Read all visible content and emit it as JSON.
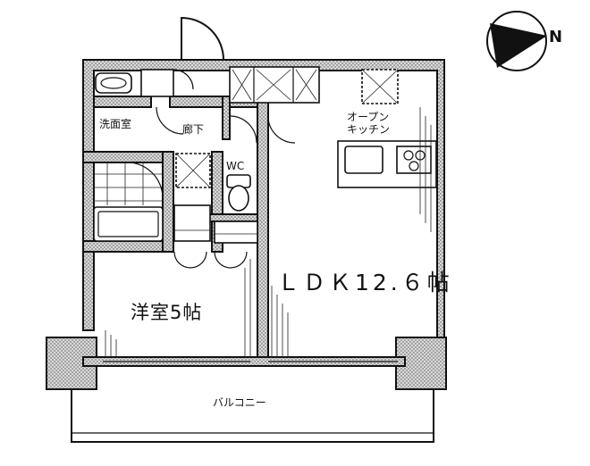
{
  "rooms": {
    "washroom": "洗面室",
    "corridor": "廊下",
    "wc": "WC",
    "kitchen_line1": "オープン",
    "kitchen_line2": "キッチン",
    "western_room": "洋室5帖",
    "ldk": "ＬＤＫ12.６帖",
    "balcony": "バルコニー"
  },
  "compass": {
    "north_label": "N",
    "icon": "north-arrow-icon"
  }
}
